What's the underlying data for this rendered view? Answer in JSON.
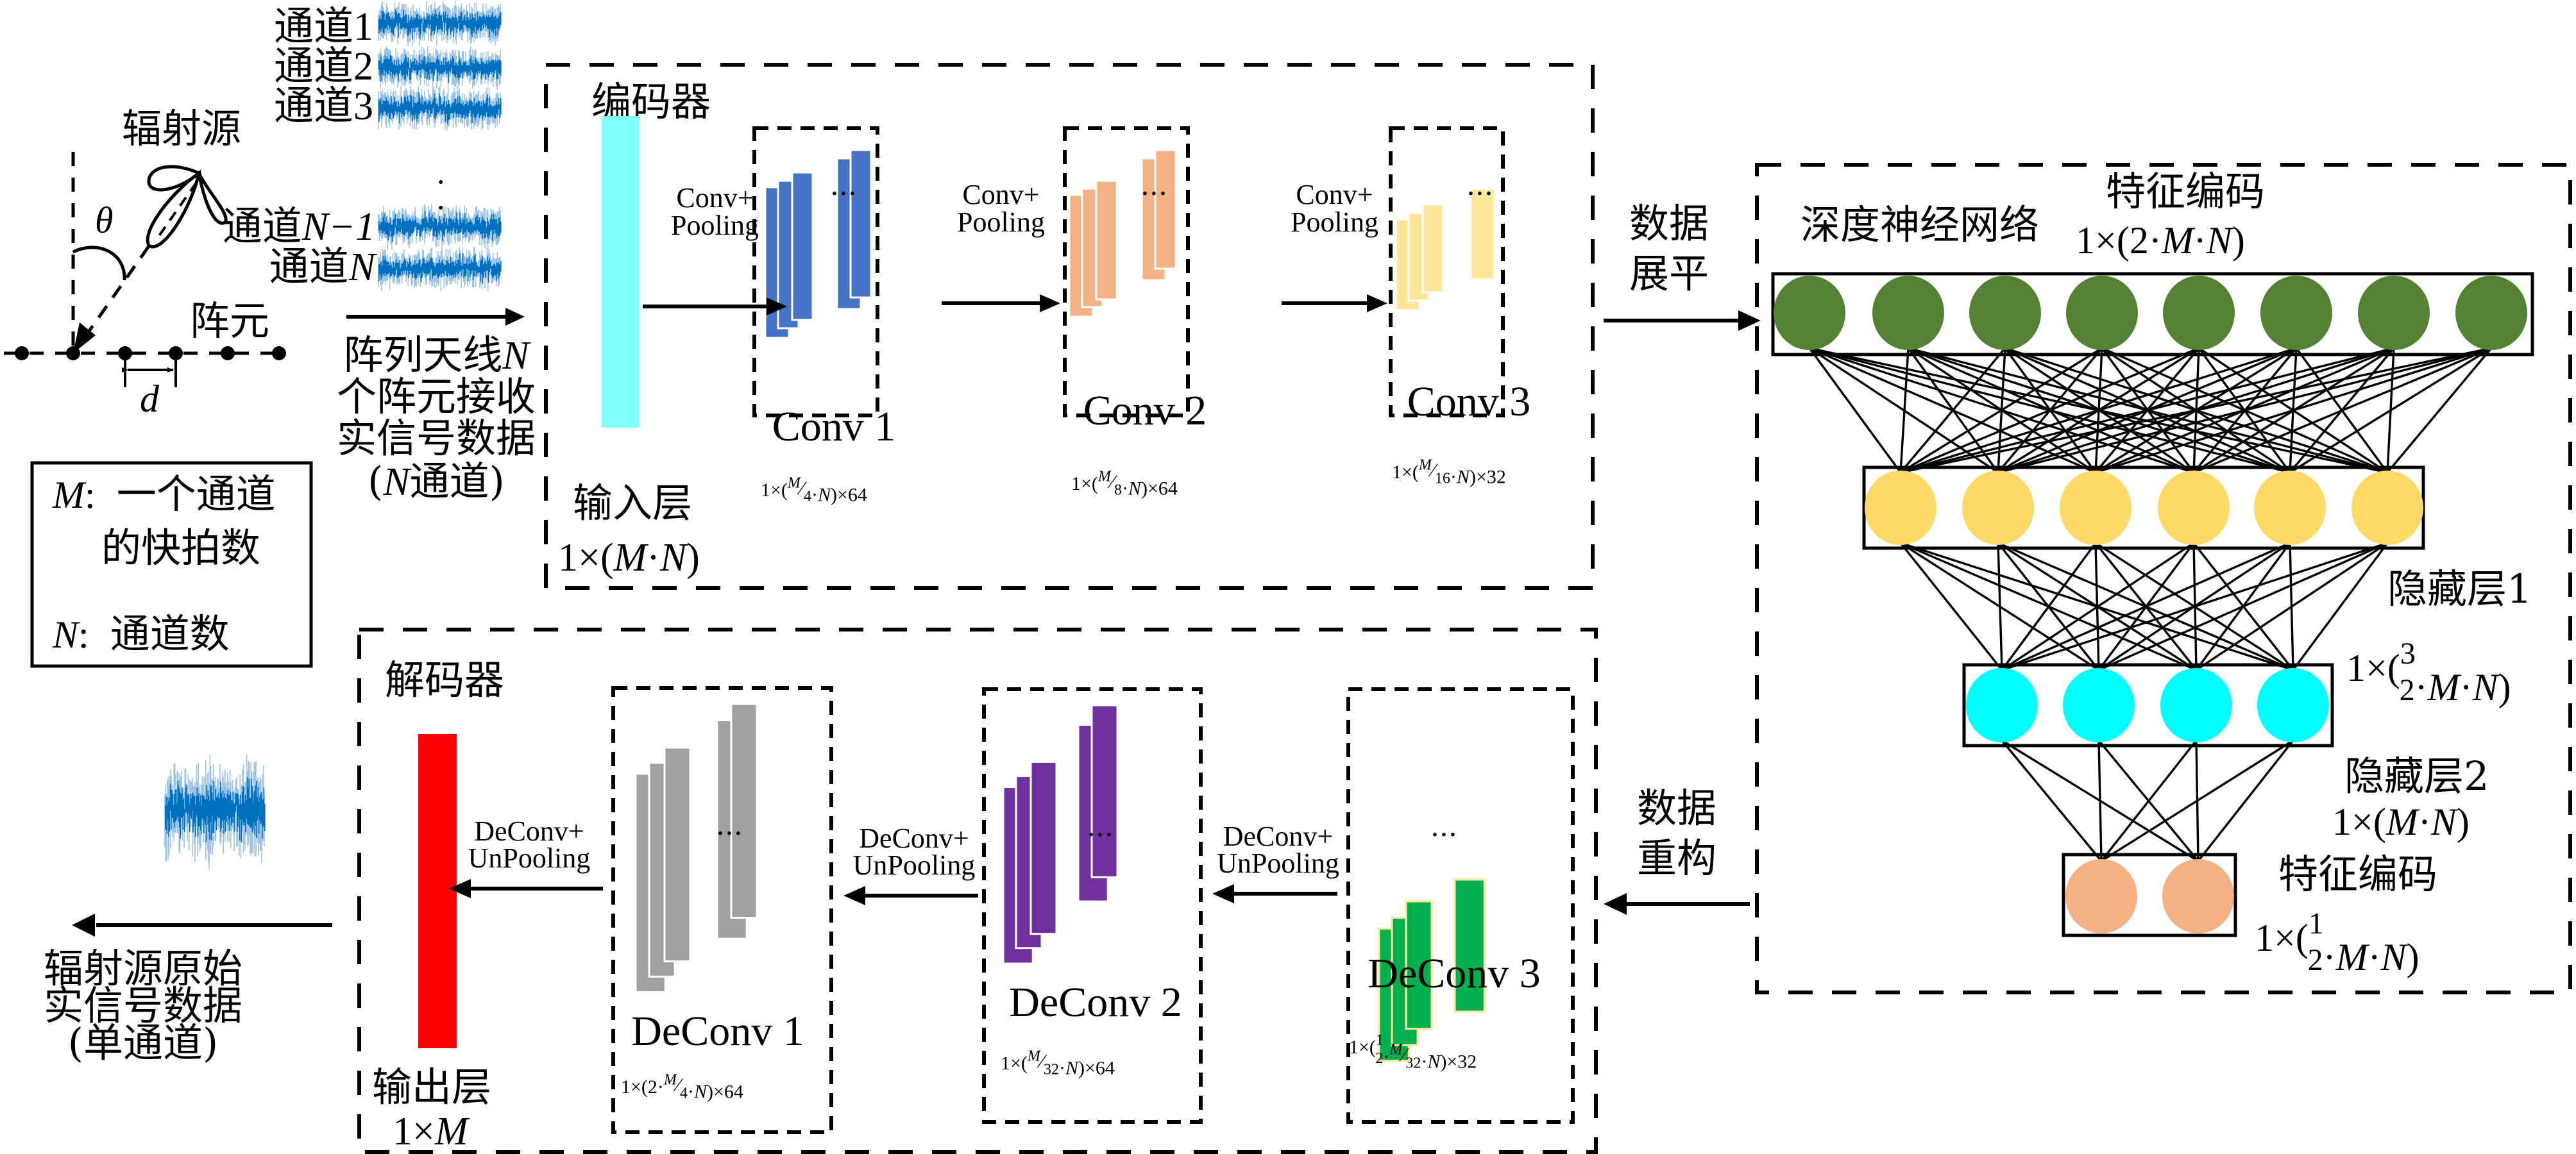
{
  "colors": {
    "input_layer": "#80FFFF",
    "conv1": "#4472C4",
    "conv2": "#F4B183",
    "conv3": "#FFE699",
    "deconv3": "#00B050",
    "deconv3_outline": "#FFE699",
    "deconv2": "#7030A0",
    "deconv1": "#A0A0A0",
    "output_layer": "#FF0000",
    "dnn_feature_in": "#548235",
    "dnn_hidden1": "#FFD966",
    "dnn_hidden2": "#00FFFF",
    "dnn_feature_out": "#F4B183",
    "waveform": "#0070C0",
    "waveform_light": "#9DC3E6"
  },
  "antenna": {
    "source_label": "辐射源",
    "theta_label": "θ",
    "element_label": "阵元",
    "spacing_label": "d",
    "channels": [
      {
        "prefix": "通道",
        "suffix": "1"
      },
      {
        "prefix": "通道",
        "suffix": "2"
      },
      {
        "prefix": "通道",
        "suffix": "3"
      },
      {
        "prefix": "通道",
        "suffix": "N−1"
      },
      {
        "prefix": "通道",
        "suffix": "N"
      }
    ],
    "ellipsis": "⋮",
    "received_caption": [
      "阵列天线N",
      "个阵元接收",
      "实信号数据",
      "(N通道)"
    ]
  },
  "legend": {
    "m_symbol": "M",
    "m_desc": [
      "一个通道",
      "的快拍数"
    ],
    "n_symbol": "N",
    "n_desc": "通道数",
    "separator": ":"
  },
  "encoder": {
    "title": "编码器",
    "input_label": "输入层",
    "input_dim": "1×(M·N)",
    "ops": [
      "Conv+",
      "Pooling"
    ],
    "blocks": [
      {
        "name": "Conv 1",
        "dim": "1×(M/4·N)×64"
      },
      {
        "name": "Conv 2",
        "dim": "1×(M/8·N)×64"
      },
      {
        "name": "Conv 3",
        "dim": "1×(M/16·N)×32"
      }
    ]
  },
  "flatten_label": [
    "数据",
    "展平"
  ],
  "reconstruct_label": [
    "数据",
    "重构"
  ],
  "dnn": {
    "title": "深度神经网络",
    "layers": [
      {
        "label": "特征编码",
        "dim": "1×(2·M·N)",
        "nodes": 8
      },
      {
        "label": "隐藏层1",
        "dim": "1×(3/2·M·N)",
        "nodes": 6
      },
      {
        "label": "隐藏层2",
        "dim": "1×(M·N)",
        "nodes": 4
      },
      {
        "label": "特征编码",
        "dim": "1×(1/2·M·N)",
        "nodes": 2
      }
    ]
  },
  "decoder": {
    "title": "解码器",
    "output_label": "输出层",
    "output_dim": "1×M",
    "ops": [
      "DeConv+",
      "UnPooling"
    ],
    "blocks": [
      {
        "name": "DeConv 3",
        "dim": "1×(1/2·M/32·N)×32"
      },
      {
        "name": "DeConv 2",
        "dim": "1×(M/32·N)×64"
      },
      {
        "name": "DeConv 1",
        "dim": "1×(2·M/4·N)×64"
      }
    ]
  },
  "output_caption": [
    "辐射源原始",
    "实信号数据",
    "(单通道)"
  ]
}
